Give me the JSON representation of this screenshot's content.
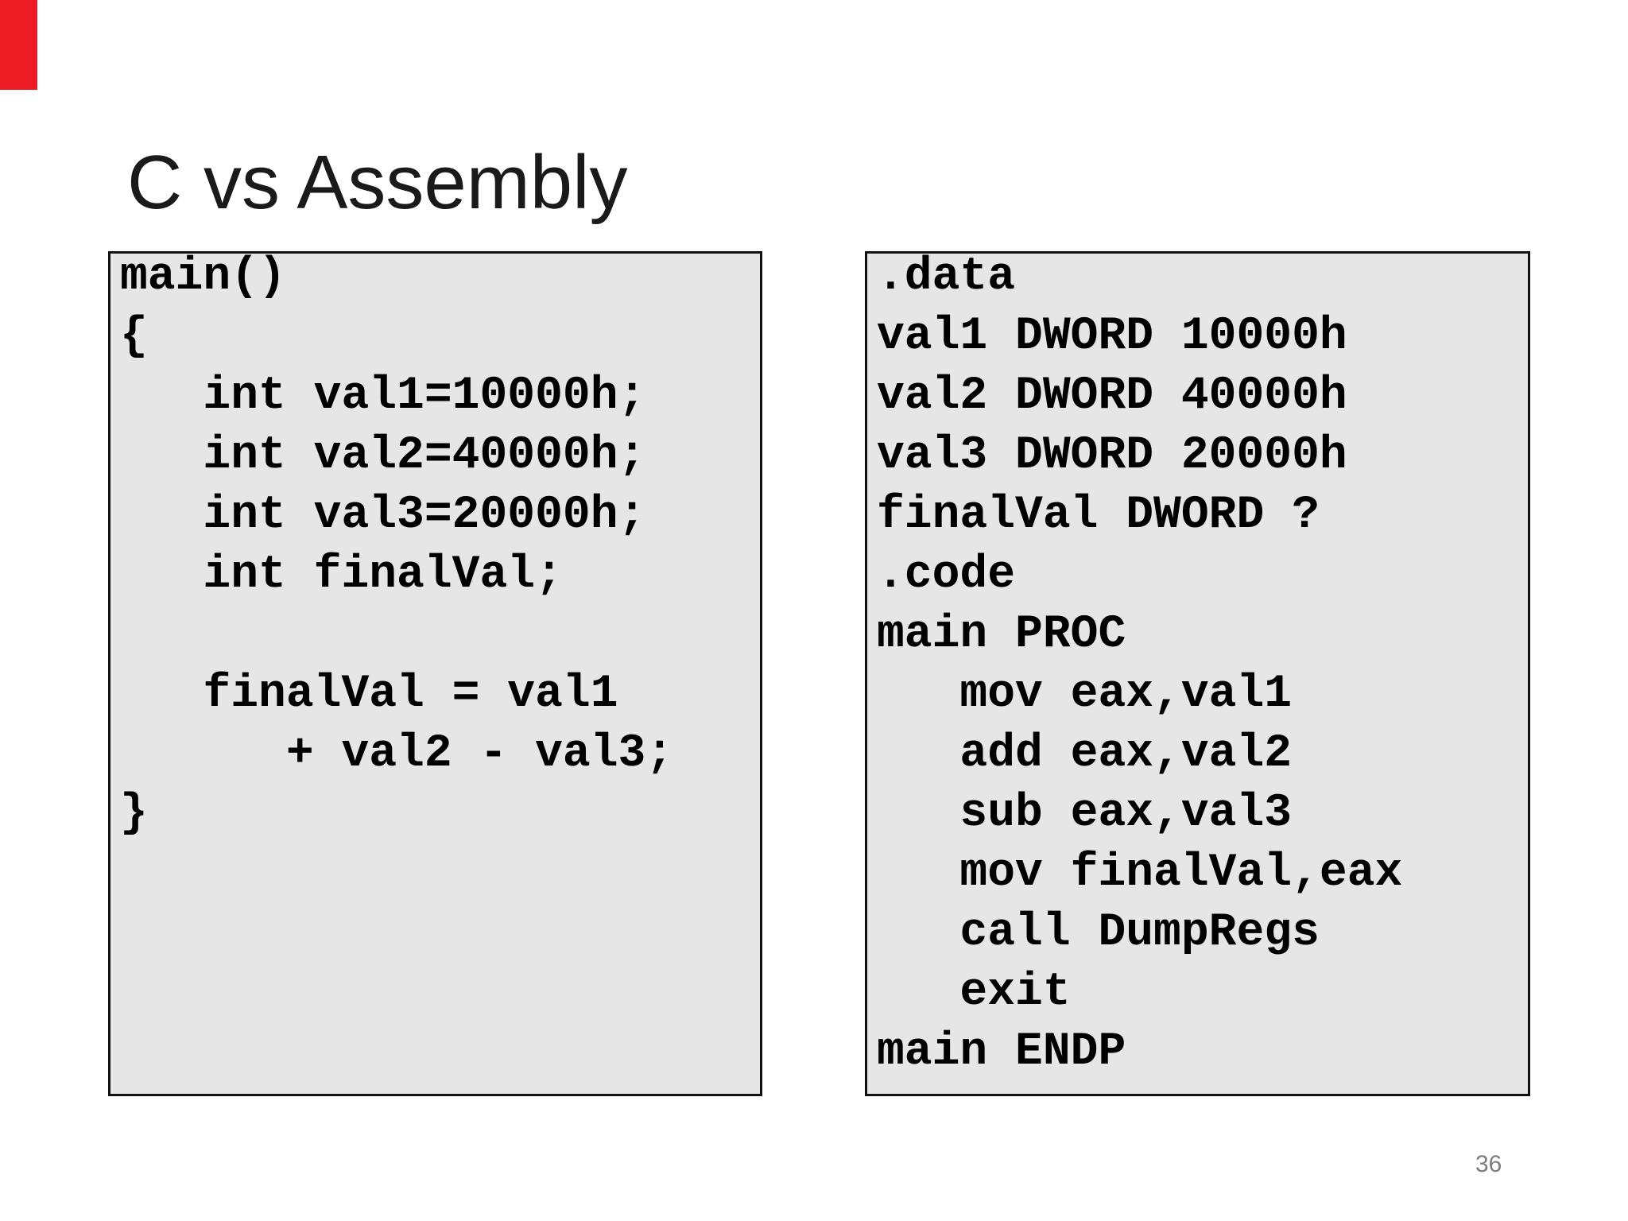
{
  "slide": {
    "title": "C vs Assembly",
    "page_number": "36",
    "accent_color": "#ee1c25",
    "box_background": "#e6e6e6",
    "box_border_color": "#111111",
    "code_text_color": "#000000",
    "c_code": [
      "main()",
      "{",
      "   int val1=10000h;",
      "   int val2=40000h;",
      "   int val3=20000h;",
      "   int finalVal;",
      "",
      "   finalVal = val1",
      "      + val2 - val3;",
      "}"
    ],
    "asm_code": [
      ".data",
      "val1 DWORD 10000h",
      "val2 DWORD 40000h",
      "val3 DWORD 20000h",
      "finalVal DWORD ?",
      ".code",
      "main PROC",
      "   mov eax,val1",
      "   add eax,val2",
      "   sub eax,val3",
      "   mov finalVal,eax",
      "   call DumpRegs",
      "   exit",
      "main ENDP"
    ]
  }
}
